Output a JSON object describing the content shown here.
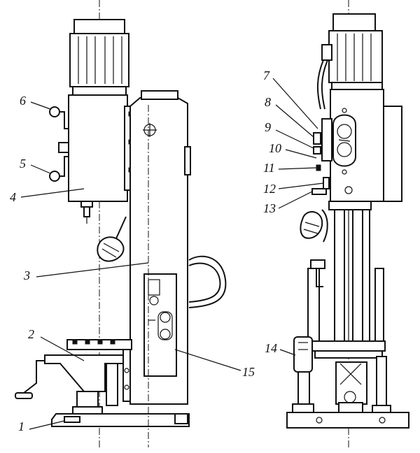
{
  "figure": {
    "callouts": [
      {
        "id": "1",
        "text": "1"
      },
      {
        "id": "2",
        "text": "2"
      },
      {
        "id": "3",
        "text": "3"
      },
      {
        "id": "4",
        "text": "4"
      },
      {
        "id": "5",
        "text": "5"
      },
      {
        "id": "6",
        "text": "6"
      },
      {
        "id": "7",
        "text": "7"
      },
      {
        "id": "8",
        "text": "8"
      },
      {
        "id": "9",
        "text": "9"
      },
      {
        "id": "10",
        "text": "10"
      },
      {
        "id": "11",
        "text": "11"
      },
      {
        "id": "12",
        "text": "12"
      },
      {
        "id": "13",
        "text": "13"
      },
      {
        "id": "14",
        "text": "14"
      },
      {
        "id": "15",
        "text": "15"
      }
    ]
  }
}
